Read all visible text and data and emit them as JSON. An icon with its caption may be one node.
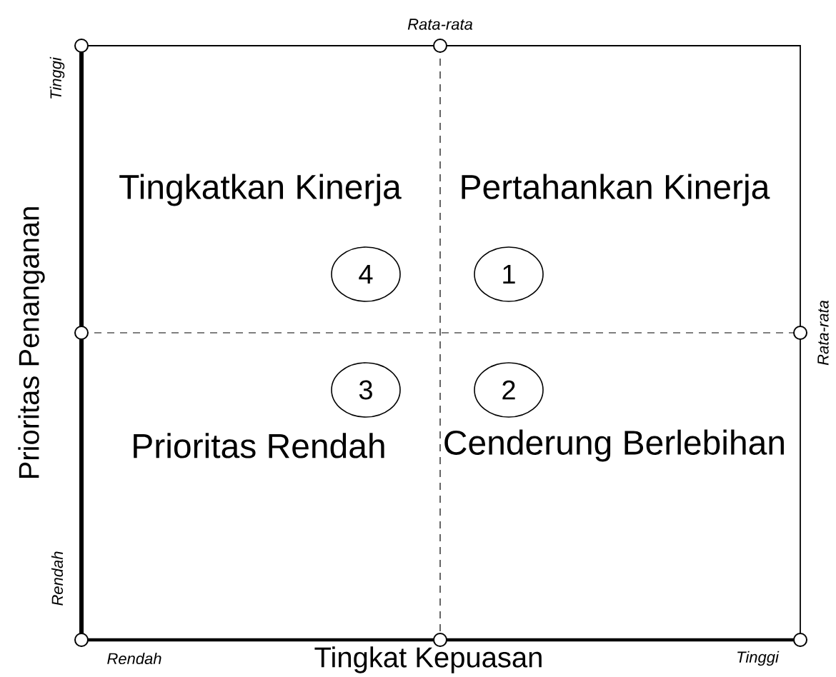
{
  "diagram": {
    "nodes": [
      {
        "text": [
          "4"
        ]
      },
      {
        "text": [
          "1"
        ]
      },
      {
        "text": [
          "3"
        ]
      },
      {
        "text": [
          "2"
        ]
      }
    ],
    "labels": [
      "Rata-rata",
      "Tinggi",
      "Tingkatkan Kinerja",
      "Pertahankan Kinerja",
      "Rata-rata",
      "Prioritas Penanganan",
      "Prioritas Rendah",
      "Cenderung Berlebihan",
      "Rendah",
      "Rendah",
      "Tinggi",
      "Tingkat Kepuasan"
    ]
  }
}
